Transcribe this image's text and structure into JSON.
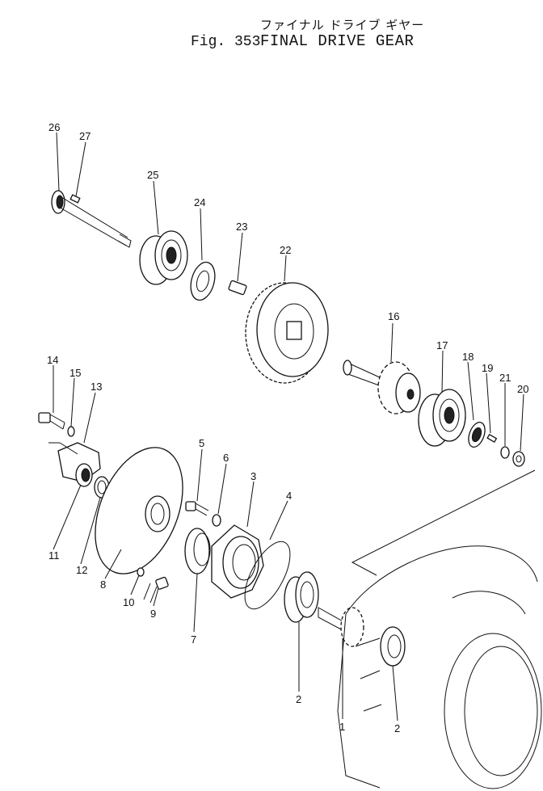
{
  "header": {
    "title_jp": "ファイナル ドライブ ギヤー",
    "fig_label": "Fig. 353",
    "title_en": "FINAL DRIVE GEAR"
  },
  "callouts": [
    "26",
    "27",
    "25",
    "24",
    "23",
    "22",
    "16",
    "17",
    "18",
    "19",
    "21",
    "20",
    "14",
    "15",
    "13",
    "5",
    "6",
    "3",
    "4",
    "11",
    "12",
    "8",
    "10",
    "9",
    "7",
    "2",
    "1",
    "2"
  ]
}
